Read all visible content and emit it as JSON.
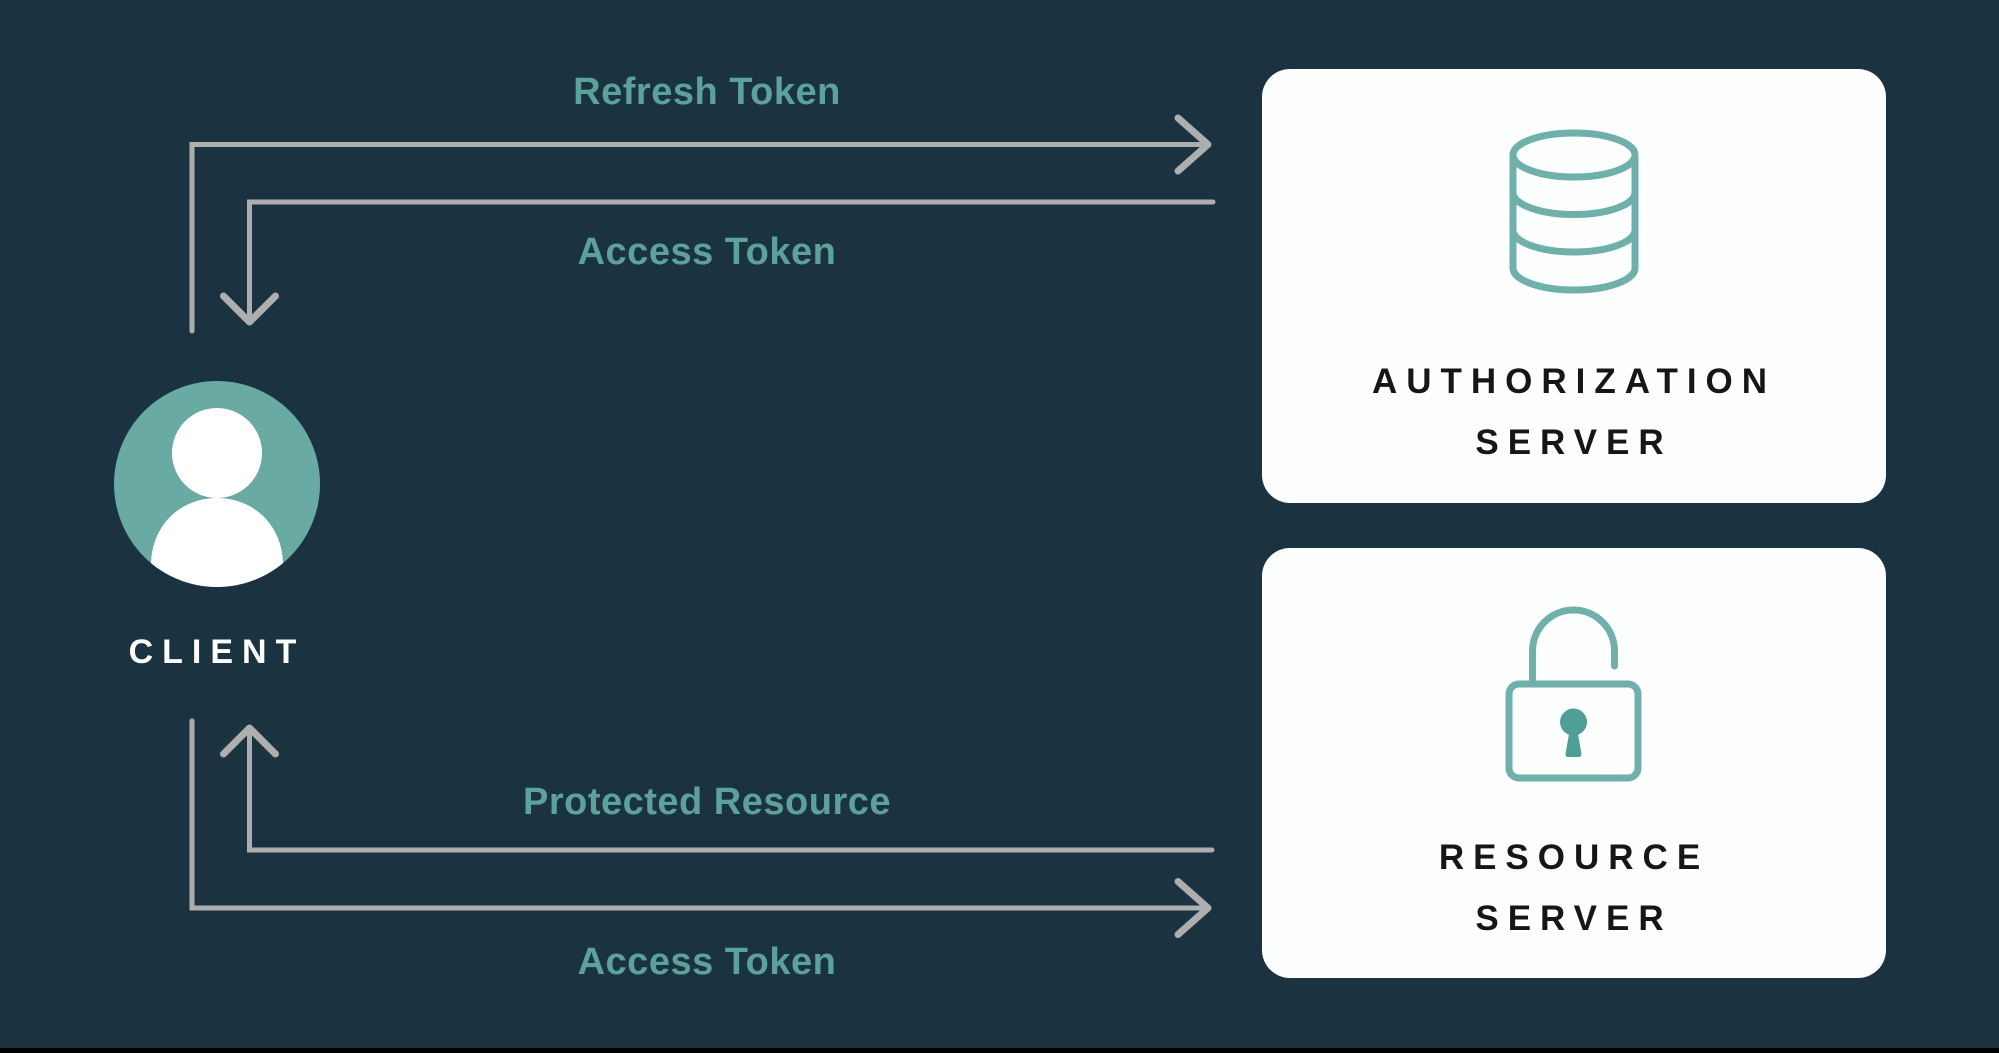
{
  "colors": {
    "background": "#1b3340",
    "bottom_edge": "#000000",
    "card_background": "#fdfffe",
    "arrow_gray": "#aeaeae",
    "flow_label_teal": "#5ca19c",
    "icon_teal": "#6fb0aa",
    "avatar_teal": "#69aaa3",
    "card_text": "#141619",
    "client_text": "#ffffff"
  },
  "client": {
    "label": "CLIENT",
    "icon": "user-avatar-icon"
  },
  "servers": {
    "authorization": {
      "icon": "database-icon",
      "title_lines": [
        "AUTHORIZATION",
        "SERVER"
      ]
    },
    "resource": {
      "icon": "lock-icon",
      "title_lines": [
        "RESOURCE",
        "SERVER"
      ]
    }
  },
  "flows": [
    {
      "label": "Refresh Token",
      "from": "client",
      "to": "authorization-server"
    },
    {
      "label": "Access Token",
      "from": "authorization-server",
      "to": "client"
    },
    {
      "label": "Protected Resource",
      "from": "resource-server",
      "to": "client"
    },
    {
      "label": "Access Token",
      "from": "client",
      "to": "resource-server"
    }
  ]
}
